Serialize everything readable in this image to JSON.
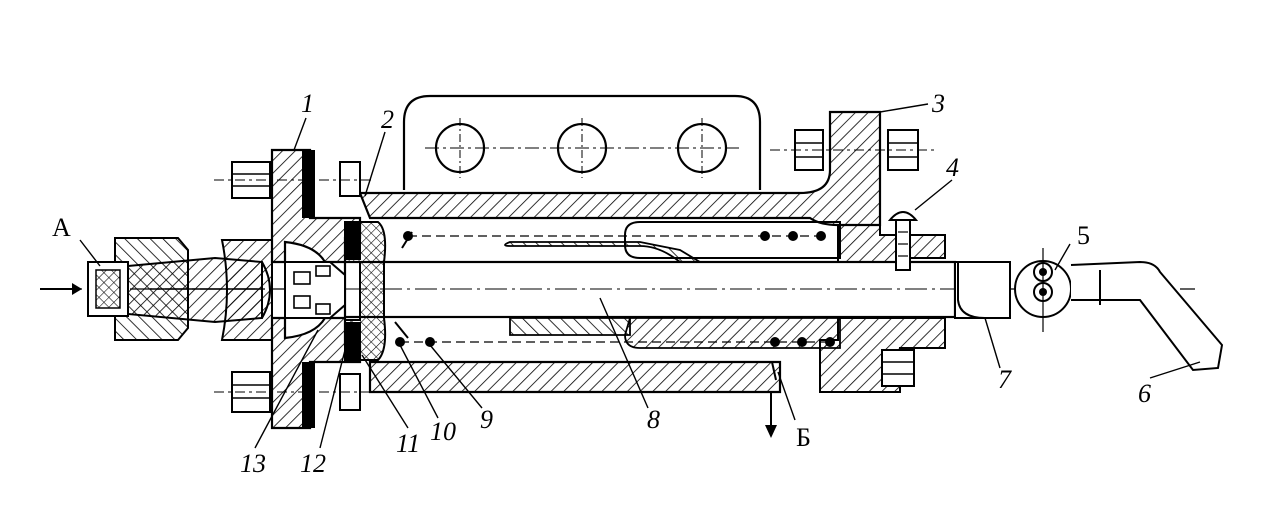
{
  "figure": {
    "ports": {
      "inlet": "А",
      "outlet": "Б"
    },
    "parts": [
      {
        "key": "p1",
        "label": "1"
      },
      {
        "key": "p2",
        "label": "2"
      },
      {
        "key": "p3",
        "label": "3"
      },
      {
        "key": "p4",
        "label": "4"
      },
      {
        "key": "p5",
        "label": "5"
      },
      {
        "key": "p6",
        "label": "6"
      },
      {
        "key": "p7",
        "label": "7"
      },
      {
        "key": "p8",
        "label": "8"
      },
      {
        "key": "p9",
        "label": "9"
      },
      {
        "key": "p10",
        "label": "10"
      },
      {
        "key": "p11",
        "label": "11"
      },
      {
        "key": "p12",
        "label": "12"
      },
      {
        "key": "p13",
        "label": "13"
      }
    ]
  }
}
